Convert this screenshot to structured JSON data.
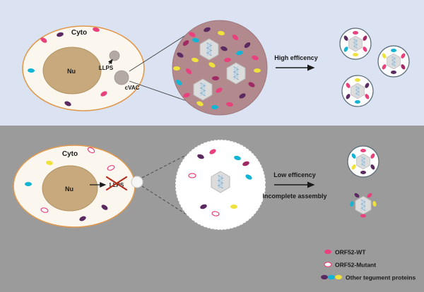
{
  "top_panel": {
    "cyto_label": "Cyto",
    "nucleus_label": "Nu",
    "llps_label": "LLPS",
    "cvac_label": "cVAC",
    "arrow_label": "High efficency"
  },
  "bottom_panel": {
    "cyto_label": "Cyto",
    "nucleus_label": "Nu",
    "llps_label": "LLPS",
    "arrow_label_line1": "Low efficency",
    "arrow_label_line2": "Incomplete assembly"
  },
  "legend": {
    "items": [
      {
        "label": "ORF52-WT",
        "swatch_color": "#e8417e"
      },
      {
        "label": "ORF52-Mutant",
        "swatch_color": "#ffffff",
        "swatch_stroke": "#e8417e"
      },
      {
        "label": "Other tegument proteins",
        "swatch_colors": [
          "#5b2a60",
          "#14b4d4",
          "#f0e23c"
        ]
      }
    ]
  },
  "colors": {
    "top_background": "#dbe3f2",
    "bottom_background": "#9b9b9b",
    "cell_membrane": "#e09a4e",
    "cell_fill": "#fbf7ef",
    "nucleus": "#c8a97d",
    "condensate": "#b28a8e",
    "orf52_wt": "#e8417e",
    "protein_purple": "#5b2a60",
    "protein_cyan": "#14b4d4",
    "protein_yellow": "#f0e23c",
    "protein_maroon": "#a02a64",
    "capsid": "#dcdcdc",
    "dna": "#8fb7d2"
  }
}
